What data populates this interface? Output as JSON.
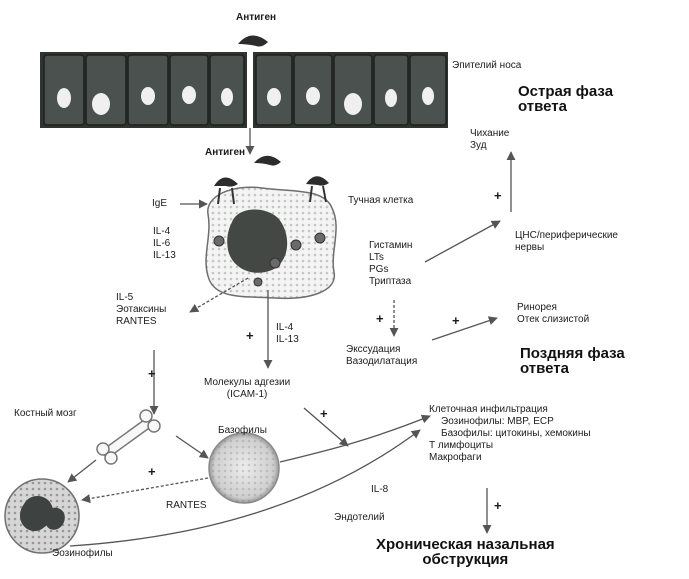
{
  "antigen_top": "Антиген",
  "epithelium": "Эпителий носа",
  "acute_phase": [
    "Острая фаза",
    "ответа"
  ],
  "itch_sneeze": [
    "Чихание",
    "Зуд"
  ],
  "antigen_mid": "Антиген",
  "ige": "IgE",
  "mast_cell": "Тучная клетка",
  "cytokines_left": [
    "IL-4",
    "IL-6",
    "IL-13"
  ],
  "mediators": [
    "Гистамин",
    "LTs",
    "PGs",
    "Триптаза"
  ],
  "cns_nerves": [
    "ЦНС/периферические",
    "нервы"
  ],
  "rhinorrhea": [
    "Ринорея",
    "Отек слизистой"
  ],
  "il5_group": [
    "IL-5",
    "Эотаксины",
    "RANTES"
  ],
  "il4_il13": [
    "IL-4",
    "IL-13"
  ],
  "exudation": [
    "Экссудация",
    "Вазодилатация"
  ],
  "late_phase": [
    "Поздняя фаза",
    "ответа"
  ],
  "adhesion": [
    "Молекулы адгезии",
    "(ICAM-1)"
  ],
  "bone_marrow": "Костный мозг",
  "basophils": "Базофилы",
  "infiltration": [
    "Клеточная инфильтрация",
    "Эозинофилы: MBP, ECP",
    "Базофилы: цитокины, хемокины",
    "Т лимфоциты",
    "Макрофаги"
  ],
  "rantes_bottom": "RANTES",
  "il8": "IL-8",
  "endothelium": "Эндотелий",
  "eosinophils": "Эозинофилы",
  "chronic": [
    "Хроническая назальная",
    "обструкция"
  ],
  "plus_sign": "+",
  "colors": {
    "cell_dark": "#3d4340",
    "cell_mid": "#7a807c",
    "arrow": "#555555",
    "nucleus": "#f2f2f2"
  }
}
